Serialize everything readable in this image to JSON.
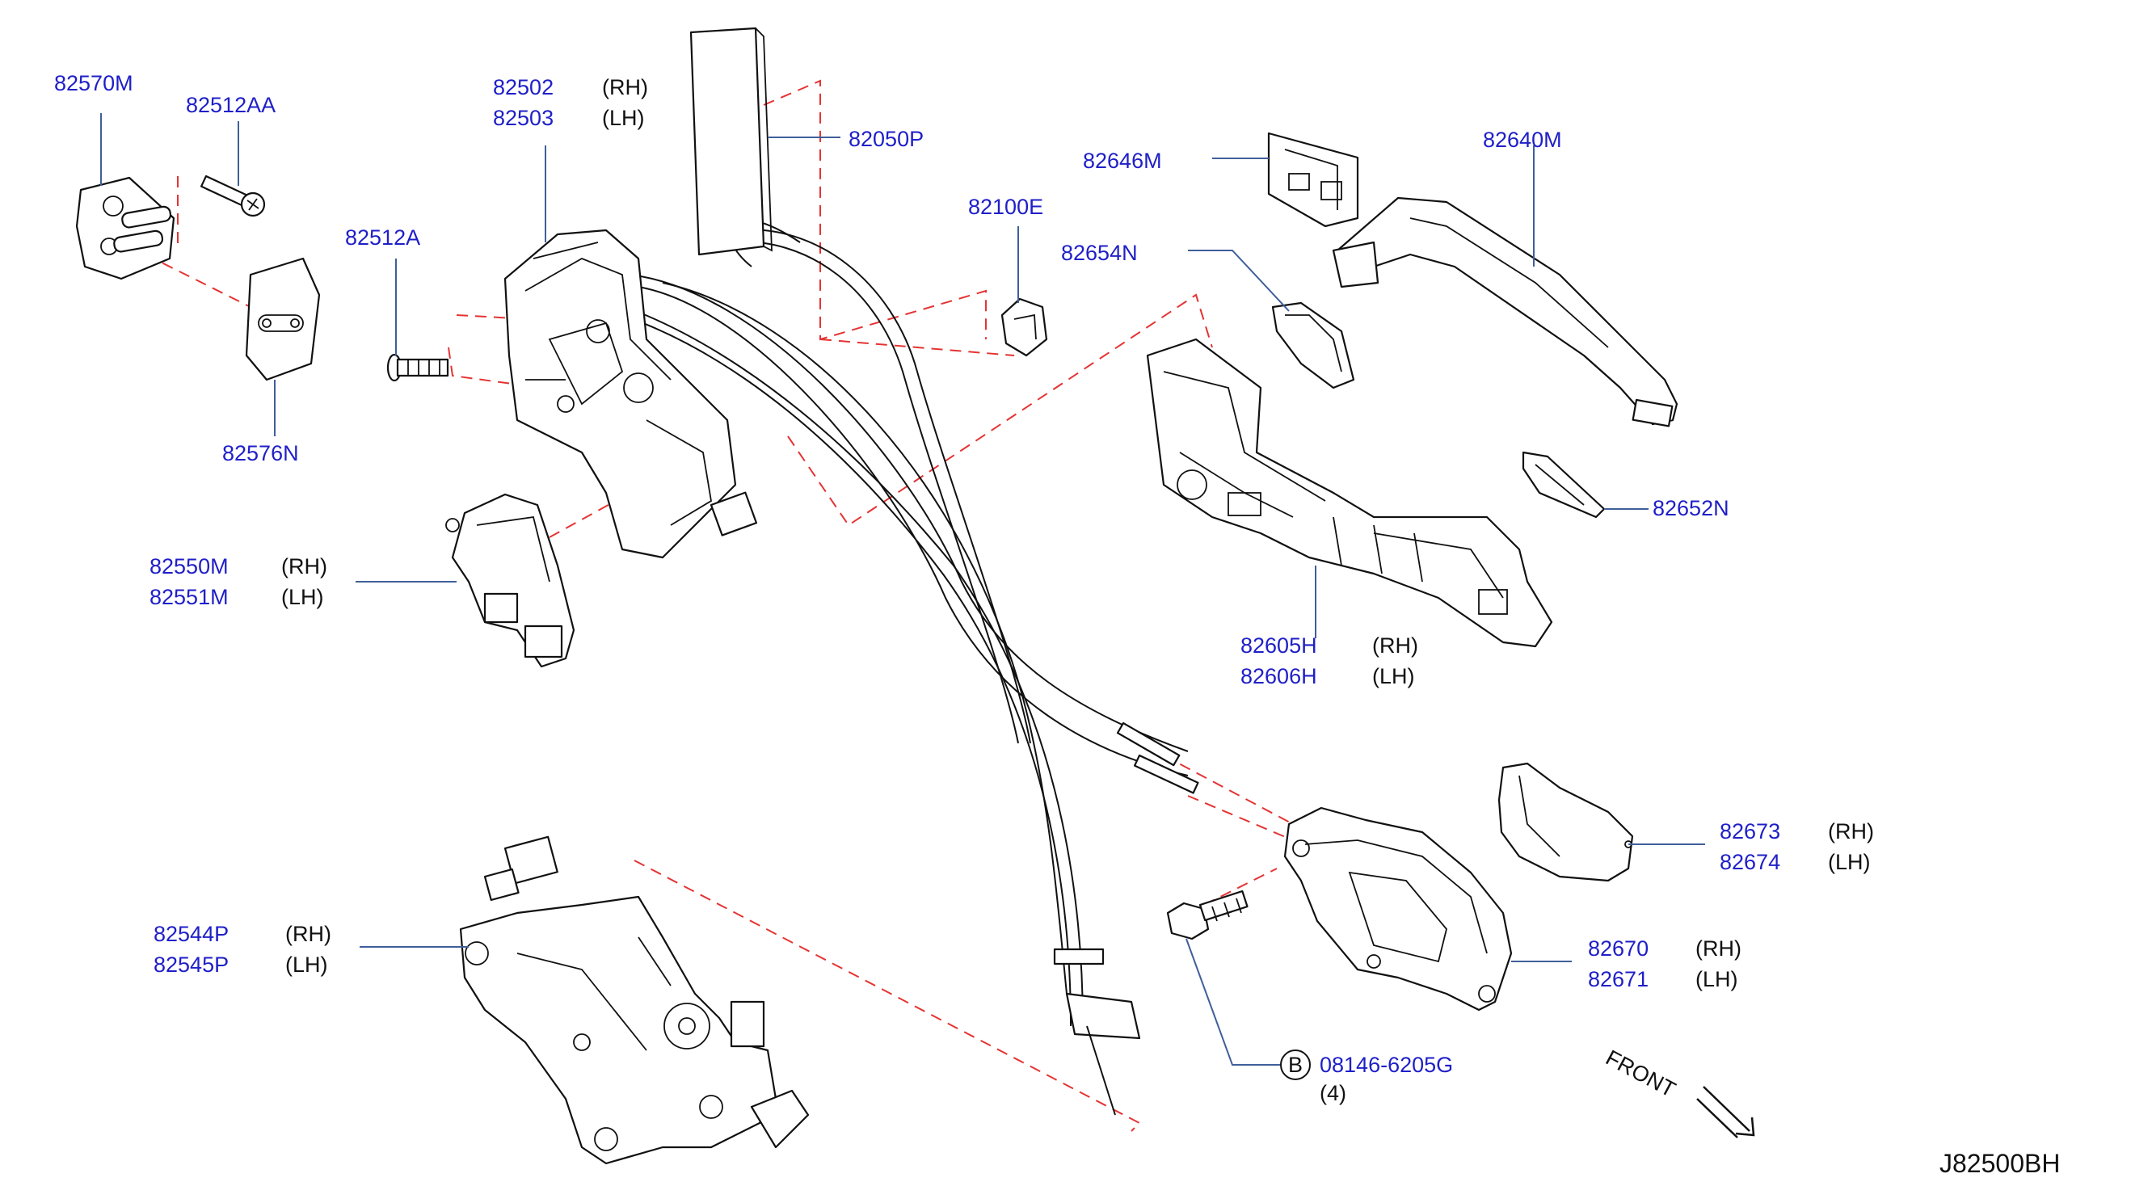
{
  "colors": {
    "part_number": "#1f1fc8",
    "leader_line": "#3f5f9a",
    "dashed_line": "#e53333",
    "ink": "#111111"
  },
  "icons": {
    "bolt_marker": "circle-letter",
    "front_arrow": "arrow-down-right"
  },
  "labels": {
    "l82570m": "82570M",
    "l82512aa": "82512AA",
    "l82576n": "82576N",
    "l82512a": "82512A",
    "l82502": "82502",
    "l82502_side": "(RH)",
    "l82503": "82503",
    "l82503_side": "(LH)",
    "l82050p": "82050P",
    "l82100e": "82100E",
    "l82646m": "82646M",
    "l82640m": "82640M",
    "l82654n": "82654N",
    "l82652n": "82652N",
    "l82550m": "82550M",
    "l82550m_side": "(RH)",
    "l82551m": "82551M",
    "l82551m_side": "(LH)",
    "l82605h": "82605H",
    "l82605h_side": "(RH)",
    "l82606h": "82606H",
    "l82606h_side": "(LH)",
    "l82673": "82673",
    "l82673_side": "(RH)",
    "l82674": "82674",
    "l82674_side": "(LH)",
    "l82670": "82670",
    "l82670_side": "(RH)",
    "l82671": "82671",
    "l82671_side": "(LH)",
    "l82544p": "82544P",
    "l82544p_side": "(RH)",
    "l82545p": "82545P",
    "l82545p_side": "(LH)",
    "bolt_letter": "B",
    "bolt_number": "08146-6205G",
    "bolt_qty": "(4)",
    "front": "FRONT",
    "diagram_code": "J82500BH"
  }
}
